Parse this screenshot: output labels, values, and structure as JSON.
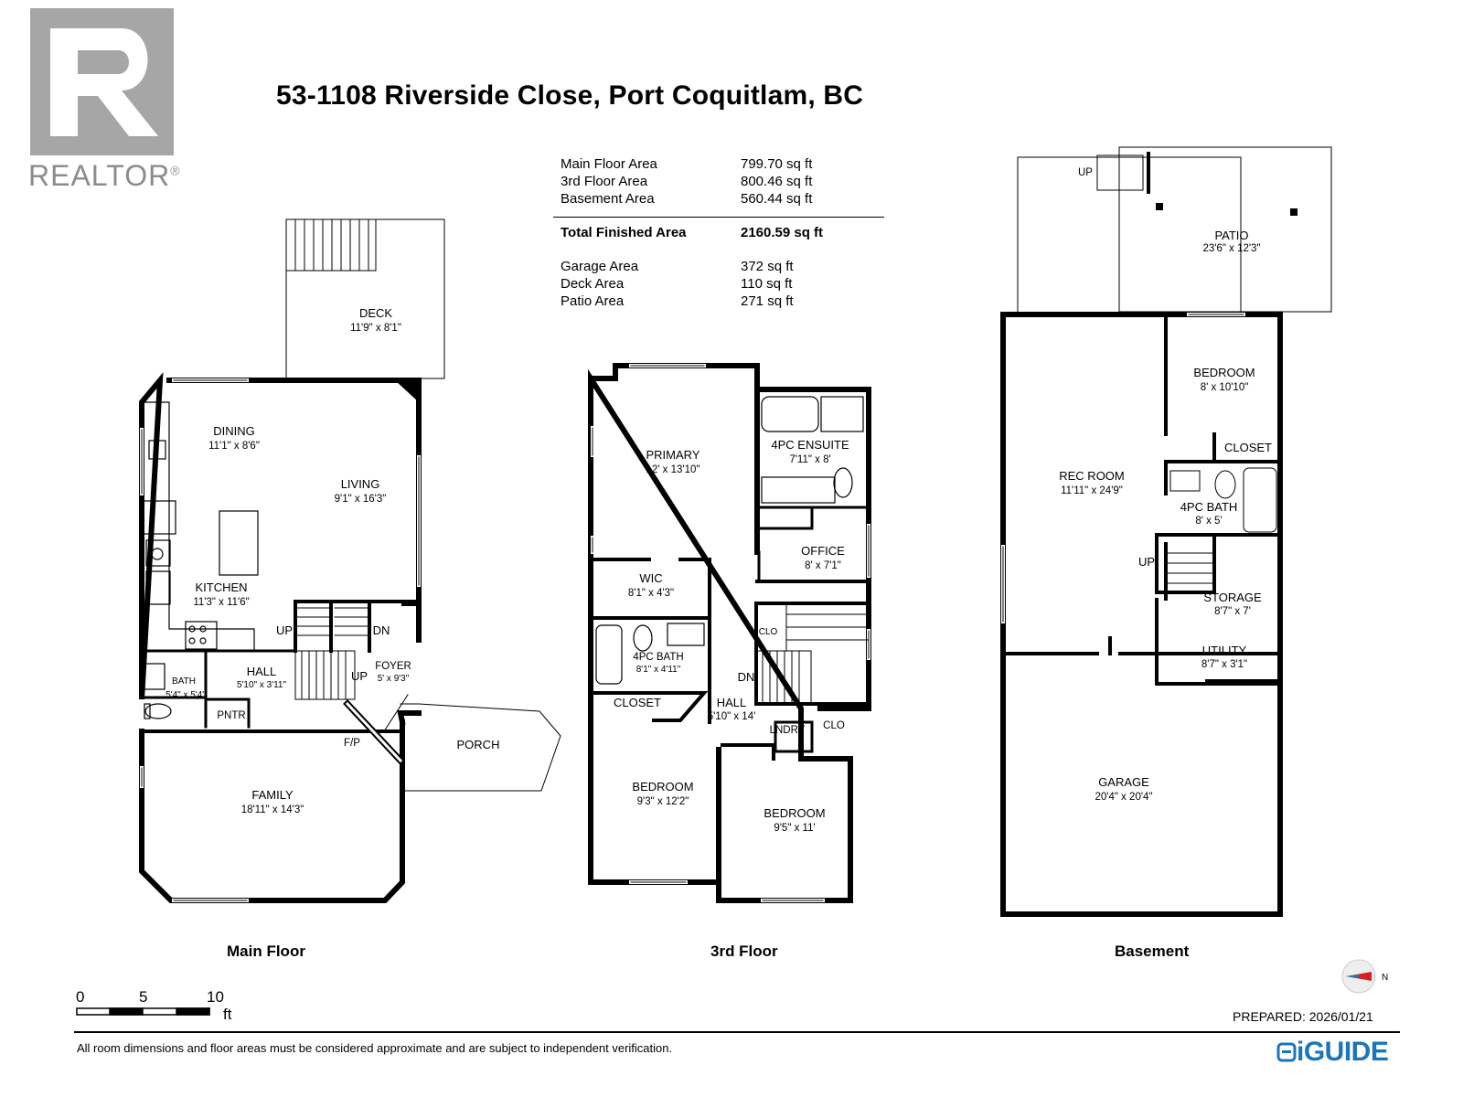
{
  "header": {
    "address": "53-1108 Riverside Close, Port Coquitlam, BC",
    "logo_text": "REALTOR",
    "logo_mark": "®"
  },
  "areas": {
    "rows": [
      {
        "label": "Main Floor Area",
        "value": "799.70 sq ft"
      },
      {
        "label": "3rd Floor Area",
        "value": "800.46 sq ft"
      },
      {
        "label": "Basement Area",
        "value": "560.44 sq ft"
      }
    ],
    "total": {
      "label": "Total Finished Area",
      "value": "2160.59 sq ft"
    },
    "extra": [
      {
        "label": "Garage Area",
        "value": "372 sq ft"
      },
      {
        "label": "Deck Area",
        "value": "110 sq ft"
      },
      {
        "label": "Patio Area",
        "value": "271 sq ft"
      }
    ]
  },
  "floors": {
    "main": {
      "title": "Main Floor",
      "rooms": {
        "deck": {
          "name": "DECK",
          "dims": "11'9\" x 8'1\""
        },
        "dining": {
          "name": "DINING",
          "dims": "11'1\" x 8'6\""
        },
        "living": {
          "name": "LIVING",
          "dims": "9'1\" x 16'3\""
        },
        "kitchen": {
          "name": "KITCHEN",
          "dims": "11'3\" x 11'6\""
        },
        "bath": {
          "name": "BATH",
          "dims": "5'4\" x 5'4\""
        },
        "hall": {
          "name": "HALL",
          "dims": "5'10\" x 3'11\""
        },
        "foyer": {
          "name": "FOYER",
          "dims": "5' x 9'3\""
        },
        "pntr": {
          "name": "PNTR"
        },
        "fp": {
          "name": "F/P"
        },
        "porch": {
          "name": "PORCH"
        },
        "family": {
          "name": "FAMILY",
          "dims": "18'11\" x 14'3\""
        },
        "up1": {
          "name": "UP"
        },
        "dn1": {
          "name": "DN"
        },
        "up2": {
          "name": "UP"
        }
      }
    },
    "third": {
      "title": "3rd Floor",
      "rooms": {
        "primary": {
          "name": "PRIMARY",
          "dims": "12' x 13'10\""
        },
        "ensuite": {
          "name": "4PC ENSUITE",
          "dims": "7'11\" x 8'"
        },
        "office": {
          "name": "OFFICE",
          "dims": "8' x 7'1\""
        },
        "wic": {
          "name": "WIC",
          "dims": "8'1\" x 4'3\""
        },
        "bath": {
          "name": "4PC BATH",
          "dims": "8'1\" x 4'11\""
        },
        "clo1": {
          "name": "CLO"
        },
        "closet": {
          "name": "CLOSET"
        },
        "hall": {
          "name": "HALL",
          "dims": "5'10\" x 14'"
        },
        "lndry": {
          "name": "LNDRY"
        },
        "clo2": {
          "name": "CLO"
        },
        "dn": {
          "name": "DN"
        },
        "bedroom1": {
          "name": "BEDROOM",
          "dims": "9'3\" x 12'2\""
        },
        "bedroom2": {
          "name": "BEDROOM",
          "dims": "9'5\" x 11'"
        }
      }
    },
    "basement": {
      "title": "Basement",
      "rooms": {
        "up_patio": {
          "name": "UP"
        },
        "patio": {
          "name": "PATIO",
          "dims": "23'6\" x 12'3\""
        },
        "bedroom": {
          "name": "BEDROOM",
          "dims": "8' x 10'10\""
        },
        "closet": {
          "name": "CLOSET"
        },
        "rec": {
          "name": "REC ROOM",
          "dims": "11'11\" x 24'9\""
        },
        "bath": {
          "name": "4PC BATH",
          "dims": "8' x 5'"
        },
        "up": {
          "name": "UP"
        },
        "storage": {
          "name": "STORAGE",
          "dims": "8'7\" x 7'"
        },
        "utility": {
          "name": "UTILITY",
          "dims": "8'7\" x 3'1\""
        },
        "garage": {
          "name": "GARAGE",
          "dims": "20'4\" x 20'4\""
        }
      }
    }
  },
  "scale": {
    "ticks": [
      "0",
      "5",
      "10"
    ],
    "unit": "ft"
  },
  "compass": {
    "label": "N",
    "icon": "compass-icon"
  },
  "footer": {
    "prepared": "PREPARED: 2026/01/21",
    "disclaimer": "All room dimensions and floor areas must be considered approximate and are subject to independent verification.",
    "brand": "iGUIDE"
  },
  "colors": {
    "logo_grey": "#a6a6a6",
    "brand_blue": "#1b75bb",
    "wall": "#000000"
  }
}
